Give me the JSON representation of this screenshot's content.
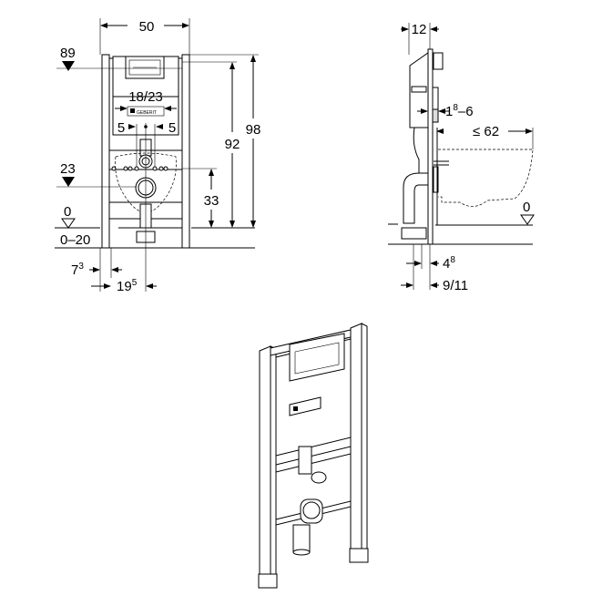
{
  "front_view": {
    "width_dim": "50",
    "height_top": "89",
    "inner_width": "18/23",
    "offset_left": "5",
    "offset_right": "5",
    "total_height": "98",
    "frame_height": "92",
    "drain_height": "33",
    "supply_height": "23",
    "floor_level": "0",
    "floor_adjust": "0–20",
    "foot_offset": "7",
    "foot_offset_sup": "3",
    "drain_offset": "19",
    "drain_offset_sup": "5"
  },
  "side_view": {
    "depth_dim": "12",
    "wall_thickness": "1",
    "wall_thickness_sup": "8",
    "wall_thickness_max": "–6",
    "bowl_projection": "≤ 62",
    "floor_level": "0",
    "foot_depth": "4",
    "foot_depth_sup": "8",
    "foot_range": "9/11"
  },
  "brand": "GEBERIT"
}
